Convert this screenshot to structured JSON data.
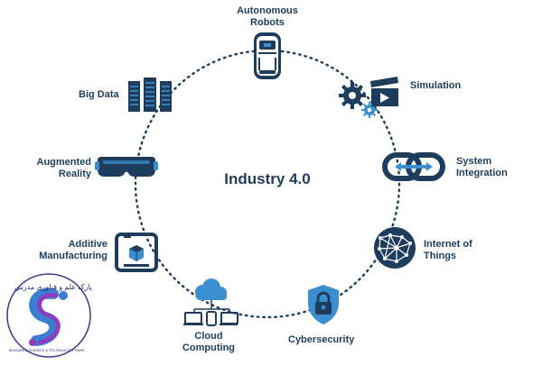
{
  "diagram": {
    "title": "Industry 4.0",
    "colors": {
      "text": "#1e3d5c",
      "icon_dark": "#1e3d5c",
      "icon_accent": "#3a8fd0",
      "ring": "#1e3d5c"
    },
    "nodes": [
      {
        "label": "Autonomous\nRobots",
        "icon": "car-icon"
      },
      {
        "label": "Simulation",
        "icon": "gears-clapper-icon"
      },
      {
        "label": "System\nIntegration",
        "icon": "chain-link-icon"
      },
      {
        "label": "Internet of\nThings",
        "icon": "network-globe-icon"
      },
      {
        "label": "Cybersecurity",
        "icon": "shield-lock-icon"
      },
      {
        "label": "Cloud\nComputing",
        "icon": "cloud-devices-icon"
      },
      {
        "label": "Additive\nManufacturing",
        "icon": "3d-printer-icon"
      },
      {
        "label": "Augmented\nReality",
        "icon": "vr-headset-icon"
      },
      {
        "label": "Big Data",
        "icon": "server-icon"
      }
    ]
  },
  "logo": {
    "text_top": "پارک علم و فناوری مدرس",
    "text_bottom": "MODARES SCIENCE & TECHNOLOGY PARK"
  }
}
